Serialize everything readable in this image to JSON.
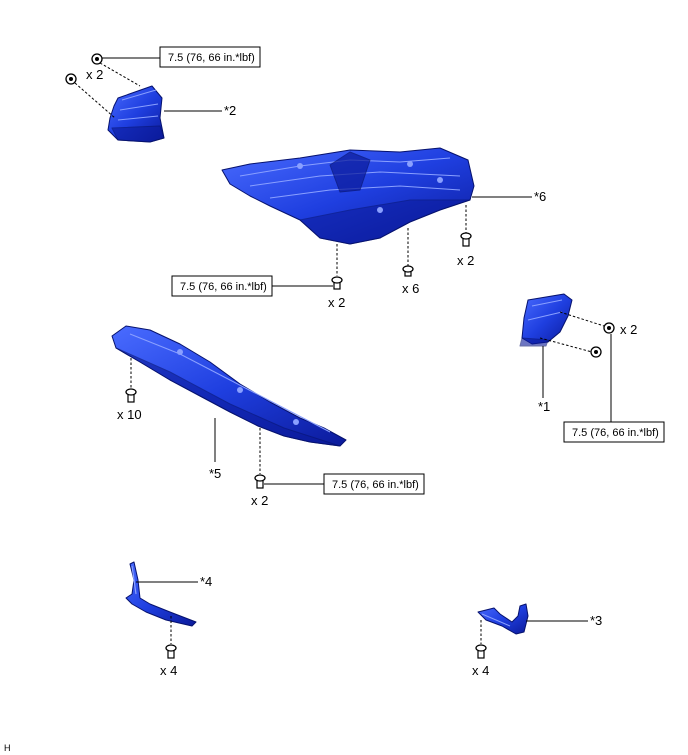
{
  "figure": {
    "code": "H",
    "colors": {
      "part_fill": "#1f3fe0",
      "part_dark": "#0b1a9a",
      "part_light": "#5b78ff",
      "line": "#000000"
    }
  },
  "torque_labels": [
    "7.5 (76, 66 in.*lbf)",
    "7.5 (76, 66 in.*lbf)",
    "7.5 (76, 66 in.*lbf)",
    "7.5 (76, 66 in.*lbf)"
  ],
  "quantities": [
    "x 2",
    "x 2",
    "x 2",
    "x 6",
    "x 2",
    "x 10",
    "x 2",
    "x 4",
    "x 4"
  ],
  "part_callouts": [
    "*2",
    "*6",
    "*1",
    "*5",
    "*4",
    "*3"
  ]
}
